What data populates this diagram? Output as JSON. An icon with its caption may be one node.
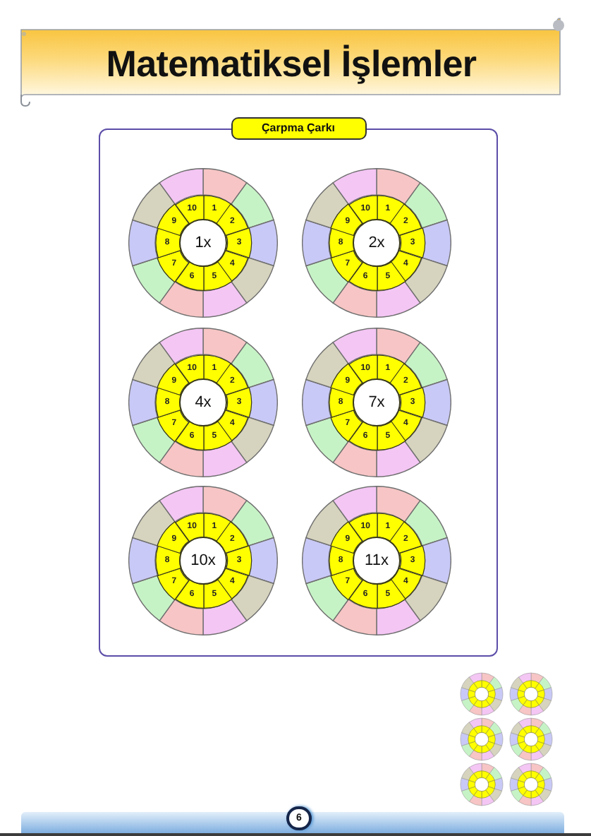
{
  "diagram": {
    "title": "Matematiksel İşlemler",
    "nodes": [
      {
        "text": [
          "Çarpma Çarkı"
        ]
      },
      {
        "text": [],
        "shape": "circle",
        "in": 0
      },
      {
        "text": [
          "1x"
        ],
        "in": 1
      },
      {
        "text": [
          "1"
        ],
        "in": 1
      },
      {
        "text": [
          "2"
        ],
        "in": 1
      },
      {
        "text": [
          "3"
        ],
        "in": 1
      },
      {
        "text": [
          "4"
        ],
        "in": 1
      },
      {
        "text": [
          "5"
        ],
        "in": 1
      },
      {
        "text": [
          "6"
        ],
        "in": 1
      },
      {
        "text": [
          "7"
        ],
        "in": 1
      },
      {
        "text": [
          "8"
        ],
        "in": 1
      },
      {
        "text": [
          "9"
        ],
        "in": 1
      },
      {
        "text": [
          "10"
        ],
        "in": 1
      },
      {
        "text": [],
        "shape": "circle",
        "in": 0
      },
      {
        "text": [
          "2x"
        ],
        "in": 13
      },
      {
        "text": [
          "1"
        ],
        "in": 13
      },
      {
        "text": [
          "2"
        ],
        "in": 13
      },
      {
        "text": [
          "3"
        ],
        "in": 13
      },
      {
        "text": [
          "4"
        ],
        "in": 13
      },
      {
        "text": [
          "5"
        ],
        "in": 13
      },
      {
        "text": [
          "6"
        ],
        "in": 13
      },
      {
        "text": [
          "7"
        ],
        "in": 13
      },
      {
        "text": [
          "8"
        ],
        "in": 13
      },
      {
        "text": [
          "9"
        ],
        "in": 13
      },
      {
        "text": [
          "10"
        ],
        "in": 13
      },
      {
        "text": [],
        "shape": "circle",
        "in": 0
      },
      {
        "text": [
          "4x"
        ],
        "in": 25
      },
      {
        "text": [
          "1"
        ],
        "in": 25
      },
      {
        "text": [
          "2"
        ],
        "in": 25
      },
      {
        "text": [
          "3"
        ],
        "in": 25
      },
      {
        "text": [
          "4"
        ],
        "in": 25
      },
      {
        "text": [
          "5"
        ],
        "in": 25
      },
      {
        "text": [
          "6"
        ],
        "in": 25
      },
      {
        "text": [
          "7"
        ],
        "in": 25
      },
      {
        "text": [
          "8"
        ],
        "in": 25
      },
      {
        "text": [
          "9"
        ],
        "in": 25
      },
      {
        "text": [
          "10"
        ],
        "in": 25
      },
      {
        "text": [],
        "shape": "circle",
        "in": 0
      },
      {
        "text": [
          "7x"
        ],
        "in": 37
      },
      {
        "text": [
          "1"
        ],
        "in": 37
      },
      {
        "text": [
          "2"
        ],
        "in": 37
      },
      {
        "text": [
          "3"
        ],
        "in": 37
      },
      {
        "text": [
          "4"
        ],
        "in": 37
      },
      {
        "text": [
          "5"
        ],
        "in": 37
      },
      {
        "text": [
          "6"
        ],
        "in": 37
      },
      {
        "text": [
          "7"
        ],
        "in": 37
      },
      {
        "text": [
          "8"
        ],
        "in": 37
      },
      {
        "text": [
          "9"
        ],
        "in": 37
      },
      {
        "text": [
          "10"
        ],
        "in": 37
      },
      {
        "text": [],
        "shape": "circle",
        "in": 0
      },
      {
        "text": [
          "10x"
        ],
        "in": 49
      },
      {
        "text": [
          "1"
        ],
        "in": 49
      },
      {
        "text": [
          "2"
        ],
        "in": 49
      },
      {
        "text": [
          "3"
        ],
        "in": 49
      },
      {
        "text": [
          "4"
        ],
        "in": 49
      },
      {
        "text": [
          "5"
        ],
        "in": 49
      },
      {
        "text": [
          "6"
        ],
        "in": 49
      },
      {
        "text": [
          "7"
        ],
        "in": 49
      },
      {
        "text": [
          "8"
        ],
        "in": 49
      },
      {
        "text": [
          "9"
        ],
        "in": 49
      },
      {
        "text": [
          "10"
        ],
        "in": 49
      },
      {
        "text": [],
        "shape": "circle",
        "in": 0
      },
      {
        "text": [
          "11x"
        ],
        "in": 61
      },
      {
        "text": [
          "1"
        ],
        "in": 61
      },
      {
        "text": [
          "2"
        ],
        "in": 61
      },
      {
        "text": [
          "3"
        ],
        "in": 61
      },
      {
        "text": [
          "4"
        ],
        "in": 61
      },
      {
        "text": [
          "5"
        ],
        "in": 61
      },
      {
        "text": [
          "6"
        ],
        "in": 61
      },
      {
        "text": [
          "7"
        ],
        "in": 61
      },
      {
        "text": [
          "8"
        ],
        "in": 61
      },
      {
        "text": [
          "9"
        ],
        "in": 61
      },
      {
        "text": [
          "10"
        ],
        "in": 61
      }
    ],
    "labels": [
      "6"
    ]
  }
}
